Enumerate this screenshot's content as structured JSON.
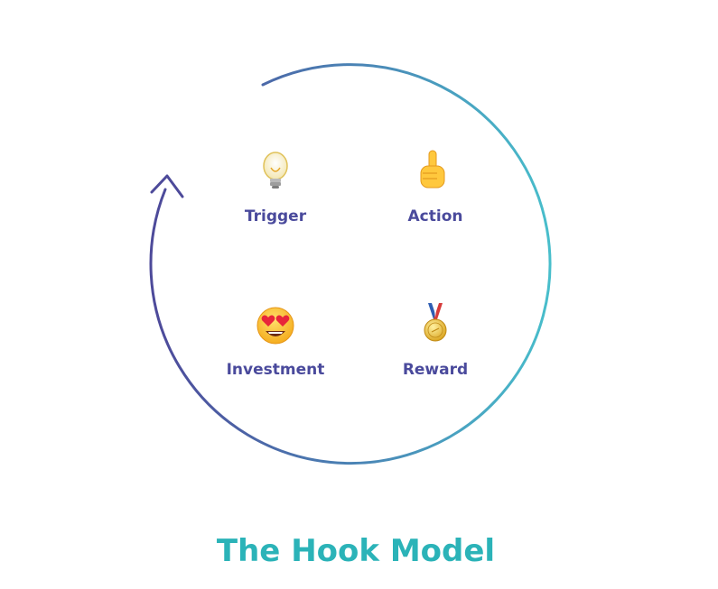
{
  "diagram": {
    "title": "The Hook Model",
    "stages": [
      {
        "key": "trigger",
        "label": "Trigger",
        "icon": "lightbulb-icon"
      },
      {
        "key": "action",
        "label": "Action",
        "icon": "pointing-finger-icon"
      },
      {
        "key": "investment",
        "label": "Investment",
        "icon": "heart-eyes-face-icon"
      },
      {
        "key": "reward",
        "label": "Reward",
        "icon": "medal-icon"
      }
    ],
    "colors": {
      "purple": "#4d4a9a",
      "teal": "#3fb8c8",
      "title": "#2bb3b8",
      "label": "#4a4a9c"
    }
  }
}
